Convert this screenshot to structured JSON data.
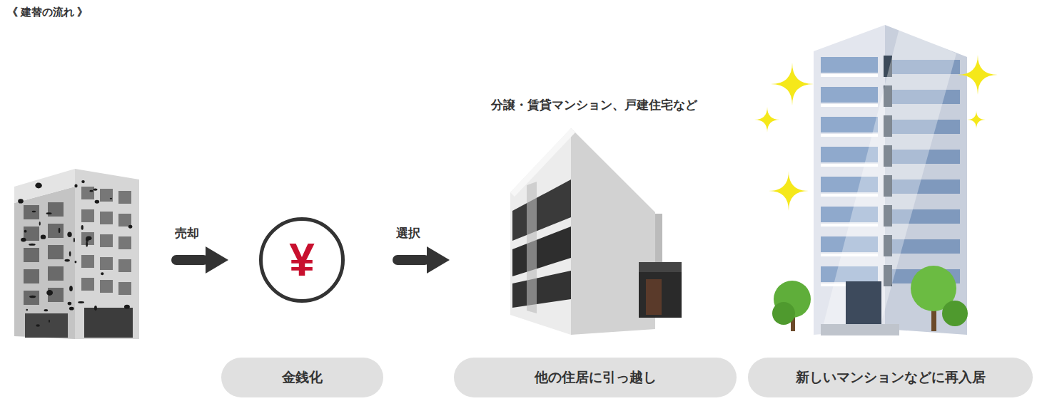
{
  "diagram": {
    "title": "《 建替の流れ 》",
    "nodes": [
      {
        "text": [
          "¥"
        ]
      },
      {
        "text": [
          "金銭化"
        ]
      },
      {
        "text": [
          "他の住居に引っ越し"
        ]
      },
      {
        "text": [
          "新しいマンションなどに再入居"
        ]
      }
    ],
    "labels": [
      "売却",
      "選択",
      "分譲・賃貸マンション、戸建住宅など"
    ]
  }
}
